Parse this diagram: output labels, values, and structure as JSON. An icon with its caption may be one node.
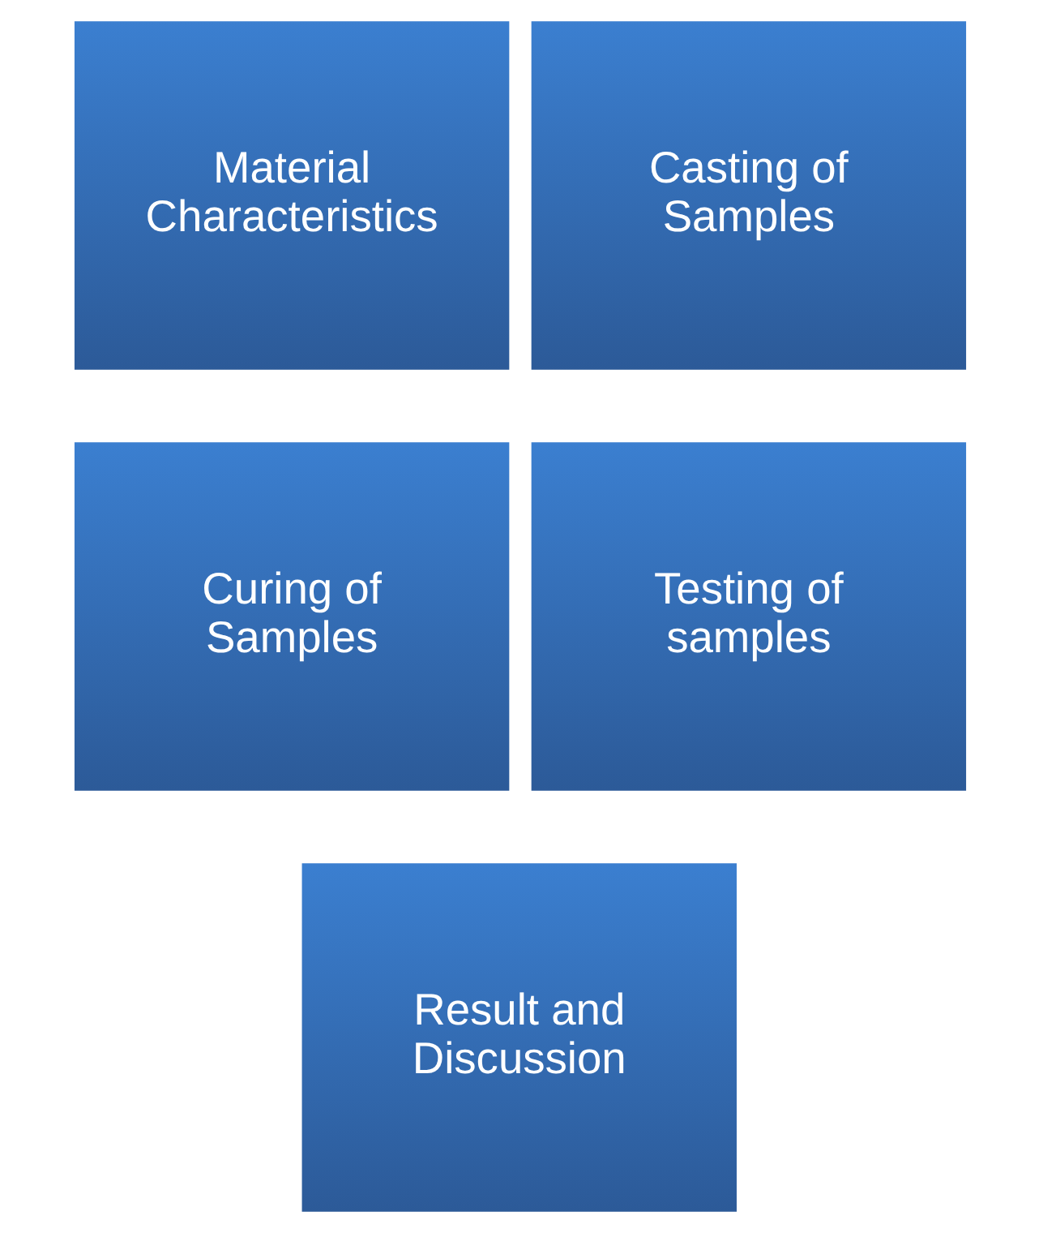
{
  "diagram": {
    "nodes": [
      {
        "text": [
          "Material Characteristics"
        ]
      },
      {
        "text": [
          "Casting of Samples"
        ]
      },
      {
        "text": [
          "Curing of Samples"
        ]
      },
      {
        "text": [
          "Testing of samples"
        ]
      },
      {
        "text": [
          "Result and Discussion"
        ]
      }
    ]
  }
}
